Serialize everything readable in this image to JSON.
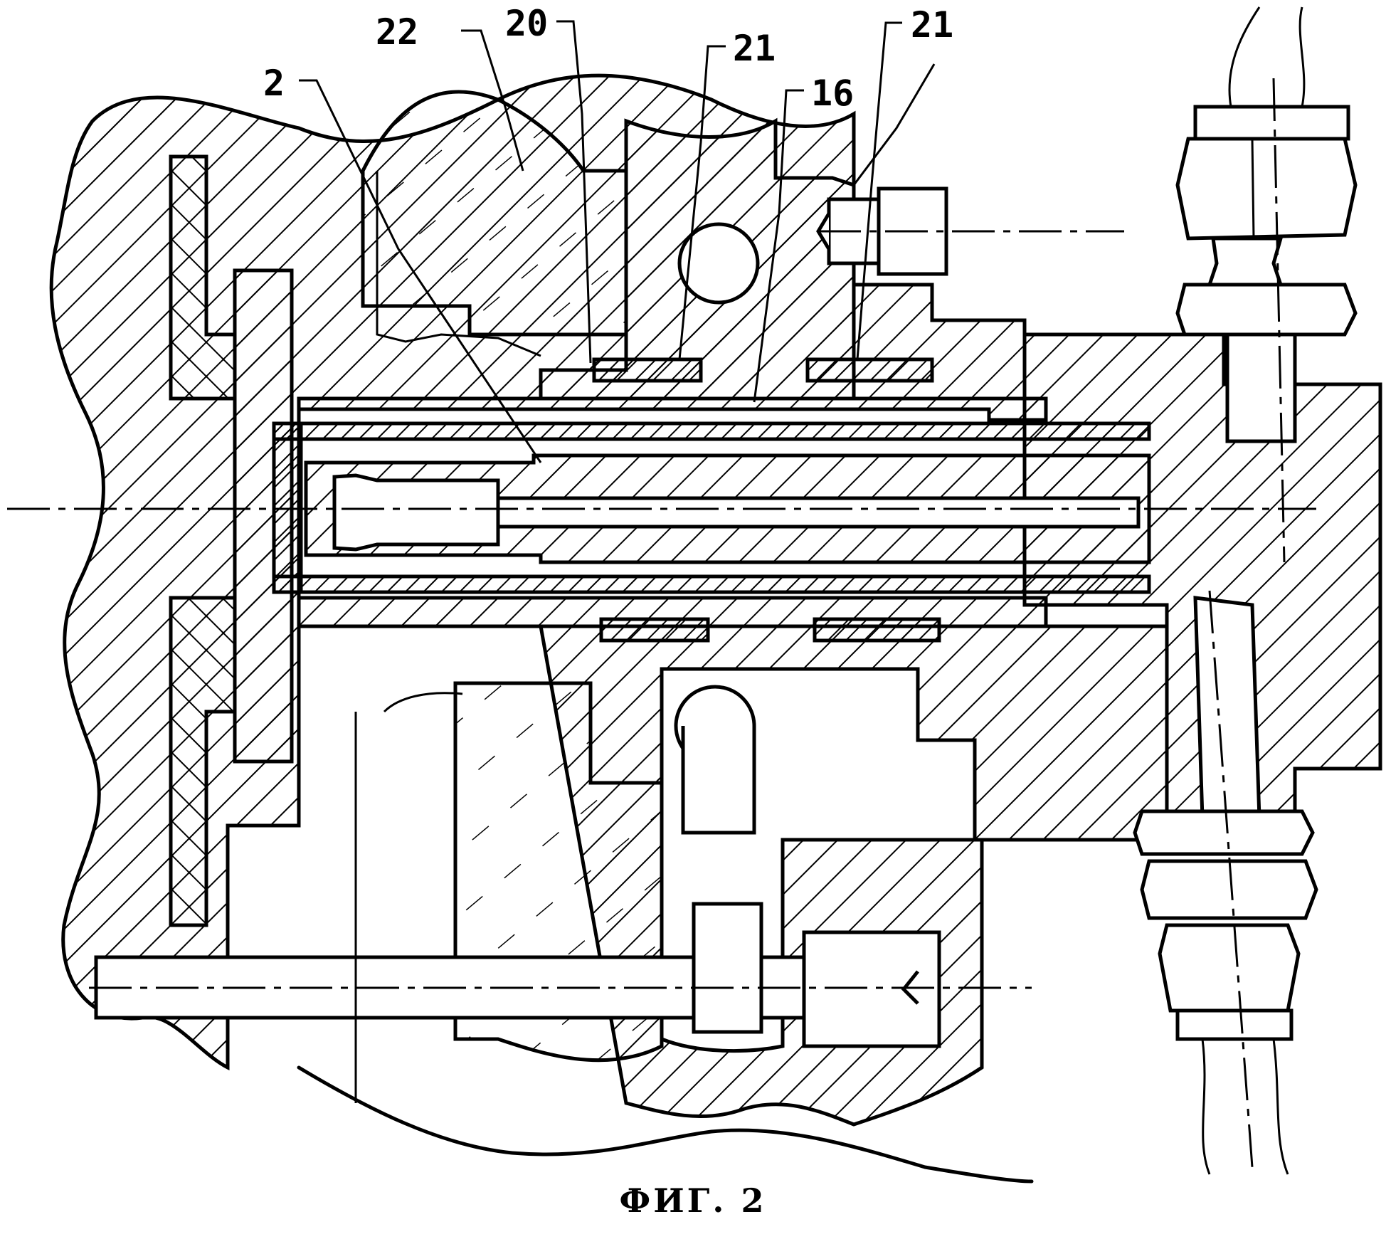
{
  "figure": {
    "caption": "ФИГ. 2",
    "type": "technical cross-section drawing"
  },
  "callouts": [
    {
      "id": "c-22",
      "label": "22"
    },
    {
      "id": "c-20",
      "label": "20"
    },
    {
      "id": "c-2",
      "label": "2"
    },
    {
      "id": "c-21a",
      "label": "21"
    },
    {
      "id": "c-16",
      "label": "16"
    },
    {
      "id": "c-21b",
      "label": "21"
    }
  ],
  "colors": {
    "ink": "#000000",
    "paper": "#ffffff"
  }
}
